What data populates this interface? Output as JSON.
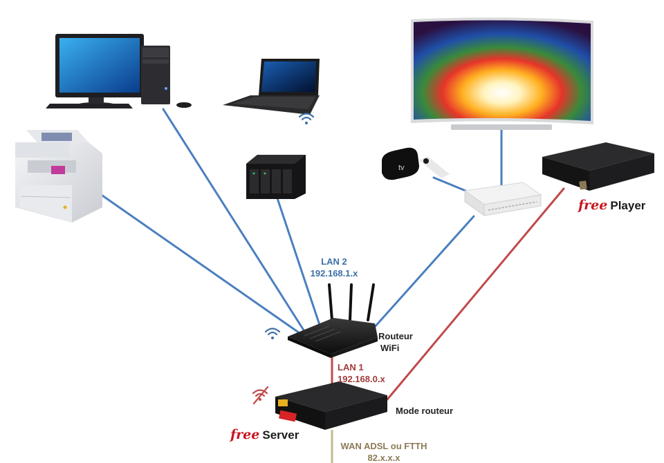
{
  "colors": {
    "lan2_link": "#4a7fbf",
    "lan1_link": "#c0494b",
    "wan_link": "#c9b88f",
    "free_brand": "#c8141e"
  },
  "devices": {
    "desktop_pc": {
      "icon": "desktop-computer-icon"
    },
    "laptop": {
      "icon": "laptop-icon"
    },
    "printer": {
      "icon": "printer-icon"
    },
    "nas": {
      "icon": "nas-icon"
    },
    "tv": {
      "icon": "television-icon"
    },
    "apple_tv": {
      "icon": "apple-tv-icon"
    },
    "switch": {
      "icon": "network-switch-icon"
    },
    "free_player": {
      "icon": "free-player-box-icon",
      "brand": "free",
      "label": "Player"
    },
    "router": {
      "icon": "wifi-router-icon",
      "label_line1": "Routeur",
      "label_line2": "WiFi"
    },
    "free_server": {
      "icon": "free-server-box-icon",
      "brand": "free",
      "label": "Server",
      "mode_label": "Mode routeur"
    }
  },
  "networks": {
    "lan2": {
      "name": "LAN 2",
      "subnet": "192.168.1.x"
    },
    "lan1": {
      "name": "LAN 1",
      "subnet": "192.168.0.x"
    },
    "wan": {
      "name": "WAN ADSL ou FTTH",
      "address": "82.x.x.x"
    }
  },
  "wifi_indicators": [
    "wifi-icon",
    "wifi-icon",
    "wifi-disabled-icon"
  ]
}
